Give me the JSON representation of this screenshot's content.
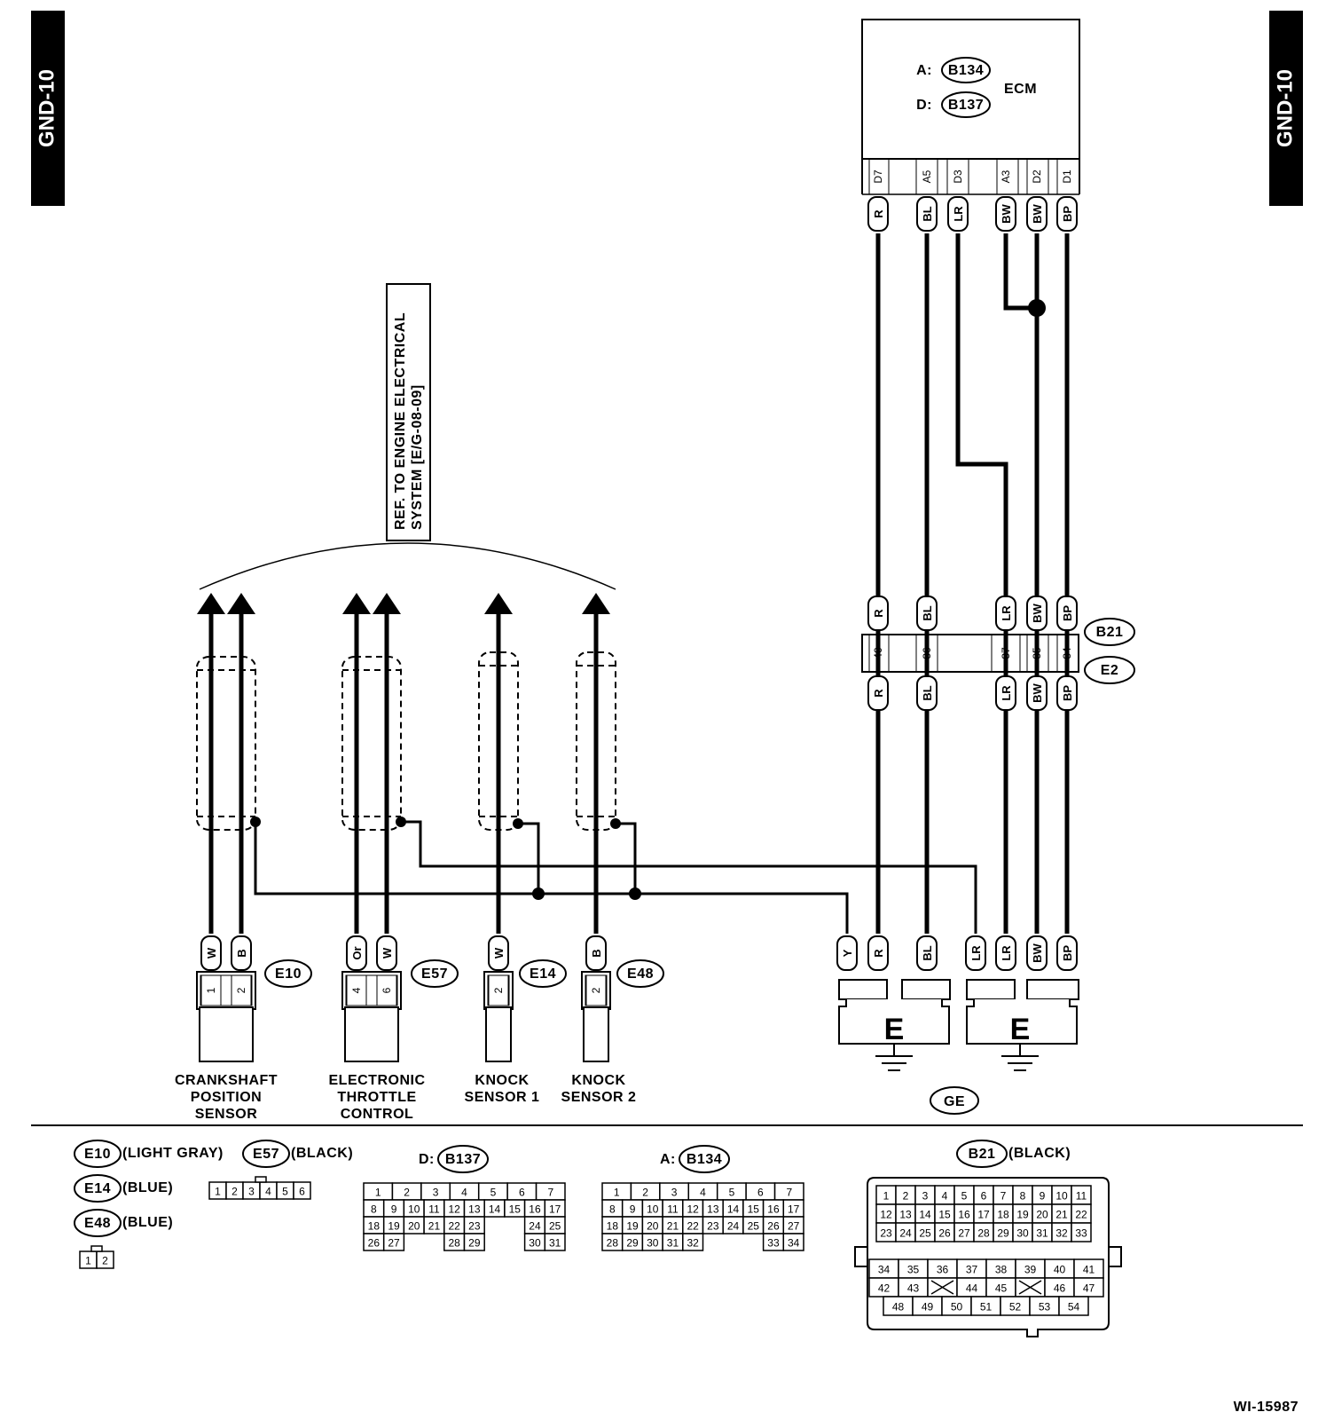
{
  "page_tags": {
    "left": "GND-10",
    "right": "GND-10"
  },
  "ecm": {
    "title": "ECM",
    "conn_a_prefix": "A:",
    "conn_a": "B134",
    "conn_d_prefix": "D:",
    "conn_d": "B137"
  },
  "ecm_pins": [
    {
      "pin": "D7",
      "color": "R"
    },
    {
      "pin": "A5",
      "color": "BL"
    },
    {
      "pin": "D3",
      "color": "LR"
    },
    {
      "pin": "A3",
      "color": "BW"
    },
    {
      "pin": "D2",
      "color": "BW"
    },
    {
      "pin": "D1",
      "color": "BP"
    }
  ],
  "joint": {
    "upper_id": "B21",
    "lower_id": "E2",
    "pins": [
      "40",
      "36",
      "37",
      "35",
      "34"
    ],
    "colors": [
      "R",
      "BL",
      "LR",
      "BW",
      "BP"
    ]
  },
  "reference_note": {
    "line1": "REF. TO ENGINE ELECTRICAL",
    "line2": "SYSTEM [E/G-08-09]"
  },
  "sensors": [
    {
      "id": "E10",
      "pins": [
        "1",
        "2"
      ],
      "colors": [
        "W",
        "B"
      ],
      "name": [
        "CRANKSHAFT",
        "POSITION",
        "SENSOR"
      ]
    },
    {
      "id": "E57",
      "pins": [
        "4",
        "6"
      ],
      "colors": [
        "Or",
        "W"
      ],
      "name": [
        "ELECTRONIC",
        "THROTTLE",
        "CONTROL"
      ]
    },
    {
      "id": "E14",
      "pins": [
        "2"
      ],
      "colors": [
        "W"
      ],
      "name": [
        "KNOCK",
        "SENSOR 1"
      ]
    },
    {
      "id": "E48",
      "pins": [
        "2"
      ],
      "colors": [
        "B"
      ],
      "name": [
        "KNOCK",
        "SENSOR 2"
      ]
    }
  ],
  "ground": {
    "colors_left": [
      "Y",
      "R",
      "BL"
    ],
    "colors_right": [
      "LR",
      "LR",
      "BW",
      "BP"
    ],
    "symbol": "E",
    "id": "GE"
  },
  "legend": {
    "e10": {
      "id": "E10",
      "desc": "(LIGHT GRAY)"
    },
    "e57": {
      "id": "E57",
      "desc": "(BLACK)",
      "pins": [
        "1",
        "2",
        "3",
        "4",
        "5",
        "6"
      ]
    },
    "e14": {
      "id": "E14",
      "desc": "(BLUE)"
    },
    "e48": {
      "id": "E48",
      "desc": "(BLUE)",
      "pins": [
        "1",
        "2"
      ]
    },
    "b137": {
      "prefix": "D:",
      "id": "B137",
      "rows": [
        [
          "1",
          "2",
          "3",
          "4",
          "5",
          "6",
          "7"
        ],
        [
          "8",
          "9",
          "10",
          "11",
          "12",
          "13",
          "14",
          "15",
          "16",
          "17"
        ],
        [
          "18",
          "19",
          "20",
          "21",
          "22",
          "23",
          "",
          "",
          "24",
          "25"
        ],
        [
          "26",
          "27",
          "",
          "",
          "28",
          "29",
          "",
          "",
          "30",
          "31"
        ]
      ]
    },
    "b134": {
      "prefix": "A:",
      "id": "B134",
      "rows": [
        [
          "1",
          "2",
          "3",
          "4",
          "5",
          "6",
          "7"
        ],
        [
          "8",
          "9",
          "10",
          "11",
          "12",
          "13",
          "14",
          "15",
          "16",
          "17"
        ],
        [
          "18",
          "19",
          "20",
          "21",
          "22",
          "23",
          "24",
          "25",
          "26",
          "27"
        ],
        [
          "28",
          "29",
          "30",
          "31",
          "32",
          "",
          "",
          "",
          "33",
          "34"
        ]
      ]
    },
    "b21": {
      "id": "B21",
      "desc": "(BLACK)",
      "rows": [
        [
          "1",
          "2",
          "3",
          "4",
          "5",
          "6",
          "7",
          "8",
          "9",
          "10",
          "11"
        ],
        [
          "12",
          "13",
          "14",
          "15",
          "16",
          "17",
          "18",
          "19",
          "20",
          "21",
          "22"
        ],
        [
          "23",
          "24",
          "25",
          "26",
          "27",
          "28",
          "29",
          "30",
          "31",
          "32",
          "33"
        ],
        [
          "34",
          "35",
          "36",
          "37",
          "38",
          "39",
          "40",
          "41"
        ],
        [
          "42",
          "43",
          "X",
          "44",
          "45",
          "X",
          "46",
          "47"
        ],
        [
          "48",
          "49",
          "50",
          "51",
          "52",
          "53",
          "54"
        ]
      ]
    }
  },
  "figure_id": "WI-15987"
}
